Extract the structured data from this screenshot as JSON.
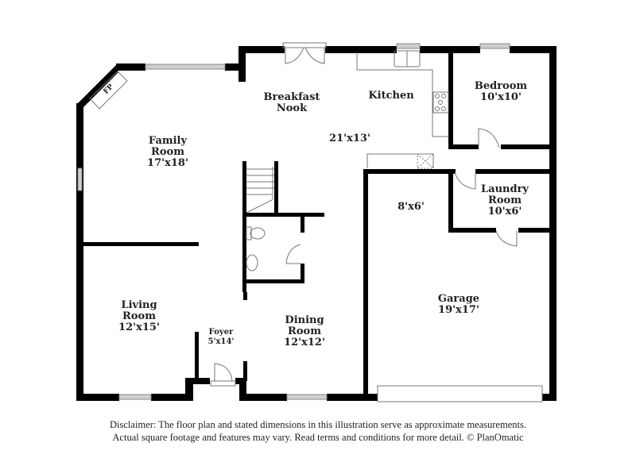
{
  "plan": {
    "wall_color": "#000000",
    "fixture_color": "#777777",
    "window_fill": "#cccccc",
    "rooms": [
      {
        "id": "family-room",
        "name_lines": [
          "Family",
          "Room"
        ],
        "dims": "17'x18'"
      },
      {
        "id": "breakfast-nook",
        "name_lines": [
          "Breakfast",
          "Nook"
        ],
        "dims": ""
      },
      {
        "id": "kitchen",
        "name_lines": [
          "Kitchen"
        ],
        "dims": "21'x13'"
      },
      {
        "id": "bedroom",
        "name_lines": [
          "Bedroom"
        ],
        "dims": "10'x10'"
      },
      {
        "id": "laundry-room",
        "name_lines": [
          "Laundry",
          "Room"
        ],
        "dims": "10'x6'"
      },
      {
        "id": "garage-storage",
        "name_lines": [],
        "dims": "8'x6'"
      },
      {
        "id": "garage",
        "name_lines": [
          "Garage"
        ],
        "dims": "19'x17'"
      },
      {
        "id": "living-room",
        "name_lines": [
          "Living",
          "Room"
        ],
        "dims": "12'x15'"
      },
      {
        "id": "foyer",
        "name_lines": [
          "Foyer"
        ],
        "dims": "5'x14'"
      },
      {
        "id": "dining-room",
        "name_lines": [
          "Dining",
          "Room"
        ],
        "dims": "12'x12'"
      }
    ],
    "fixtures": {
      "fireplace": "FP"
    }
  },
  "disclaimer": {
    "line1": "Disclaimer: The floor plan and stated dimensions in this illustration serve as approximate measurements.",
    "line2": "Actual square footage and features may vary. Read terms and conditions for more detail. © PlanOmatic"
  }
}
